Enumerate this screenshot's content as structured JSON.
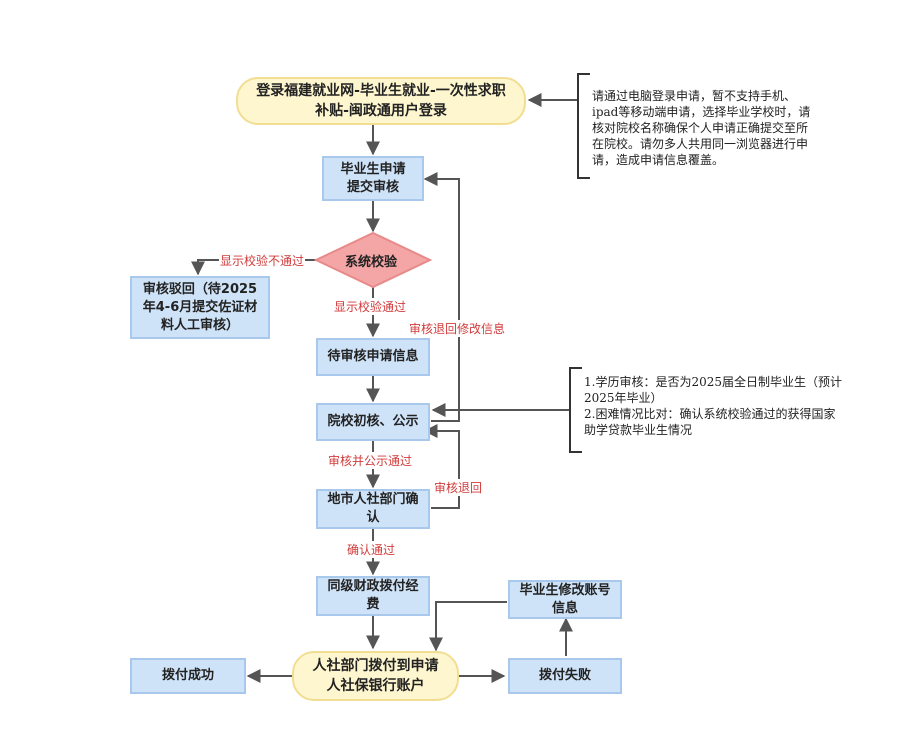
{
  "nodes": {
    "login": "登录福建就业网-毕业生就业-一次性求职\n补贴-闽政通用户登录",
    "apply": "毕业生申请\n提交审核",
    "check": "系统校验",
    "reject": "审核驳回（待2025\n年4-6月提交佐证材\n料人工审核）",
    "pending": "待审核申请信息",
    "school": "院校初核、公示",
    "city": "地市人社部门确\n认",
    "finance": "同级财政拨付经\n费",
    "pay": "人社部门拨付到申请\n人社保银行账户",
    "success": "拨付成功",
    "fail": "拨付失败",
    "modify": "毕业生修改账号\n信息"
  },
  "labels": {
    "check_fail": "显示校验不通过",
    "check_pass": "显示校验通过",
    "return_modify": "审核退回修改信息",
    "school_pass": "审核并公示通过",
    "city_return": "审核退回",
    "confirm_pass": "确认通过"
  },
  "notes": {
    "login_note": "请通过电脑登录申请，暂不支持手机、\nipad等移动端申请，选择毕业学校时，请\n核对院校名称确保个人申请正确提交至所\n在院校。请勿多人共用同一浏览器进行申\n请，造成申请信息覆盖。",
    "school_note": "1.学历审核：是否为2025届全日制毕业生（预计\n2025年毕业）\n2.困难情况比对：确认系统校验通过的获得国家\n助学贷款毕业生情况"
  },
  "colors": {
    "box_fill": "#cfe3f8",
    "pill_fill": "#fdf6cf",
    "diamond_fill": "#f4a5a5",
    "label_text": "#d23b3b",
    "arrow": "#555555"
  }
}
